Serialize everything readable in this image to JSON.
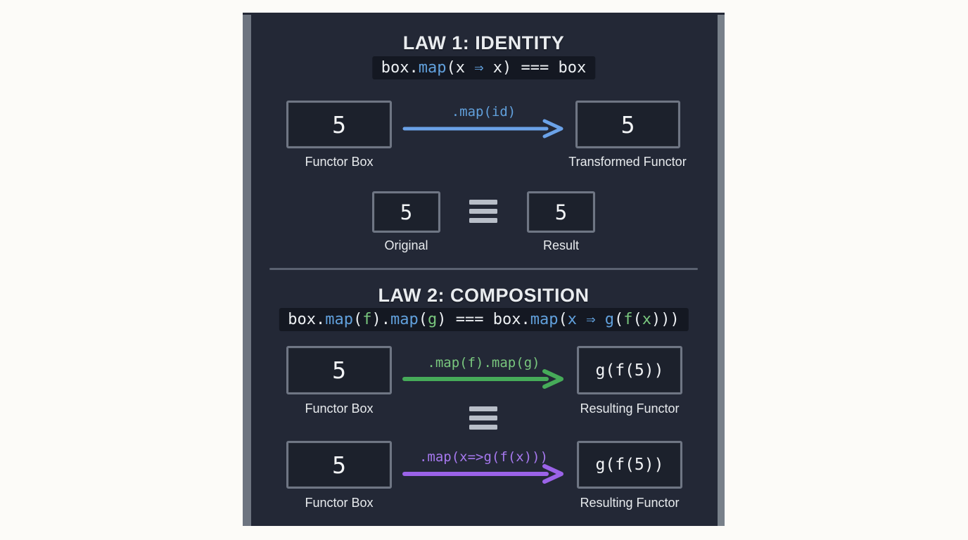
{
  "colors": {
    "fg": "#edf0f3",
    "blue": "#61a0dc",
    "green": "#79c77e",
    "purple": "#a678ee",
    "arrow_blue": "#6ba2e8",
    "arrow_green": "#46ab59",
    "arrow_purple": "#9b63e8",
    "panel_bg": "#232836",
    "code_bg": "#141822",
    "box_border": "#6f7684",
    "equiv_bar": "#b8bec8",
    "divider": "#5a6170"
  },
  "law1": {
    "title": "LAW 1: IDENTITY",
    "code_text": "box.map(x ⇒ x) === box",
    "code_tokens": [
      {
        "t": "box.",
        "c": "fg"
      },
      {
        "t": "map",
        "c": "blue"
      },
      {
        "t": "(x ",
        "c": "fg"
      },
      {
        "t": "⇒",
        "c": "blue"
      },
      {
        "t": " x) === box",
        "c": "fg"
      }
    ],
    "flow": {
      "left": {
        "value": "5",
        "label": "Functor Box"
      },
      "arrow_label": ".map(id)",
      "right": {
        "value": "5",
        "label": "Transformed Functor"
      }
    },
    "equivalence": {
      "symbol": "≡",
      "left": {
        "value": "5",
        "label": "Original"
      },
      "right": {
        "value": "5",
        "label": "Result"
      }
    }
  },
  "law2": {
    "title": "LAW 2: COMPOSITION",
    "code_text": "box.map(f).map(g) === box.map(x ⇒ g(f(x)))",
    "code_tokens": [
      {
        "t": "box.",
        "c": "fg"
      },
      {
        "t": "map",
        "c": "blue"
      },
      {
        "t": "(",
        "c": "fg"
      },
      {
        "t": "f",
        "c": "green"
      },
      {
        "t": ").",
        "c": "fg"
      },
      {
        "t": "map",
        "c": "blue"
      },
      {
        "t": "(",
        "c": "fg"
      },
      {
        "t": "g",
        "c": "green"
      },
      {
        "t": ") === box.",
        "c": "fg"
      },
      {
        "t": "map",
        "c": "blue"
      },
      {
        "t": "(",
        "c": "fg"
      },
      {
        "t": "x ",
        "c": "blue"
      },
      {
        "t": "⇒ ",
        "c": "blue"
      },
      {
        "t": "g",
        "c": "blue"
      },
      {
        "t": "(",
        "c": "fg"
      },
      {
        "t": "f",
        "c": "green"
      },
      {
        "t": "(",
        "c": "fg"
      },
      {
        "t": "x",
        "c": "green"
      },
      {
        "t": ")))",
        "c": "fg"
      }
    ],
    "flow_top": {
      "left": {
        "value": "5",
        "label": "Functor Box"
      },
      "arrow_label": ".map(f).map(g)",
      "right": {
        "value": "g(f(5))",
        "label": "Resulting Functor"
      }
    },
    "equivalence_symbol": "≡",
    "flow_bottom": {
      "left": {
        "value": "5",
        "label": "Functor Box"
      },
      "arrow_label": ".map(x=>g(f(x)))",
      "right": {
        "value": "g(f(5))",
        "label": "Resulting Functor"
      }
    }
  }
}
